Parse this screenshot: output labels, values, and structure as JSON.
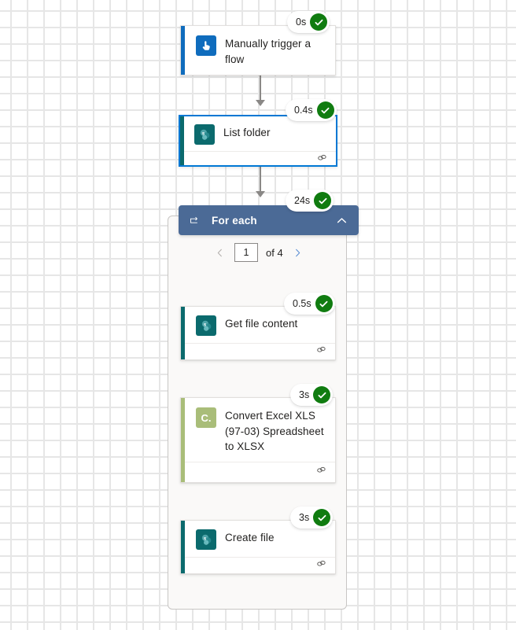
{
  "canvas": {
    "background": "#ffffff",
    "dot_color": "#e6e6e6"
  },
  "flow": {
    "nodes": [
      {
        "id": "trigger",
        "name": "Manually trigger a flow",
        "duration": "0s",
        "status": "succeeded",
        "icon": "power-automate-manual-trigger-icon",
        "icon_letter": "",
        "accent_color": "#0f6cbd",
        "icon_bg": "#0f6cbd",
        "has_footer": false,
        "selected": false
      },
      {
        "id": "list-folder",
        "name": "List folder",
        "duration": "0.4s",
        "status": "succeeded",
        "icon": "sharepoint-icon",
        "icon_letter": "",
        "accent_color": "#0b6a6d",
        "icon_bg": "#0b6a6d",
        "has_footer": true,
        "selected": true
      },
      {
        "id": "get-file-content",
        "name": "Get file content",
        "duration": "0.5s",
        "status": "succeeded",
        "icon": "sharepoint-icon",
        "icon_letter": "",
        "accent_color": "#0b6a6d",
        "icon_bg": "#0b6a6d",
        "has_footer": true,
        "selected": false
      },
      {
        "id": "convert-excel",
        "name": "Convert Excel XLS (97-03) Spreadsheet to XLSX",
        "duration": "3s",
        "status": "succeeded",
        "icon": "cloudmersive-convert-icon",
        "icon_letter": "C.",
        "accent_color": "#a9bd79",
        "icon_bg": "#a9bd79",
        "has_footer": true,
        "selected": false
      },
      {
        "id": "create-file",
        "name": "Create file",
        "duration": "3s",
        "status": "succeeded",
        "icon": "sharepoint-icon",
        "icon_letter": "",
        "accent_color": "#0b6a6d",
        "icon_bg": "#0b6a6d",
        "has_footer": true,
        "selected": false
      }
    ],
    "scope": {
      "label": "For each",
      "duration": "24s",
      "status": "succeeded",
      "header_color": "#4b6a96",
      "collapse_icon": "chevron-up-icon",
      "loop_icon": "loop-icon",
      "pager": {
        "previous_icon": "chevron-left-icon",
        "next_icon": "chevron-right-icon",
        "current_page": "1",
        "separator": "of 4",
        "total": 4,
        "previous_enabled": false,
        "next_enabled": true
      }
    },
    "footer_icon": "chain-link-icon",
    "status_icon": "check-circle-icon",
    "status_color": "#107c10"
  }
}
